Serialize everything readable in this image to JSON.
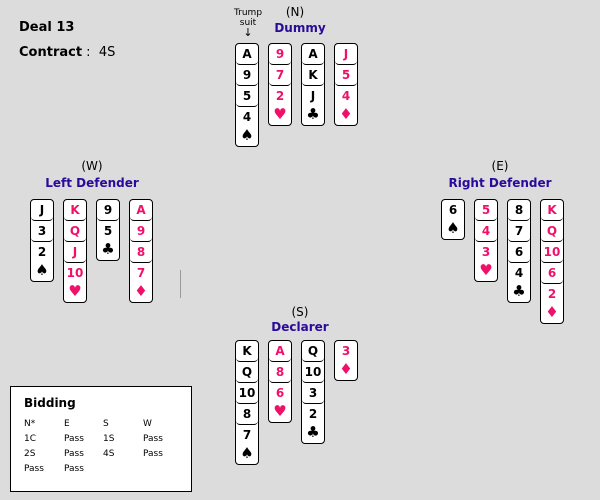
{
  "deal_label": "Deal 13",
  "contract_label": "Contract",
  "contract_value": "4S",
  "trump_label": "Trump suit",
  "trump_arrow": "↓",
  "colors": {
    "red": "#f0106a",
    "role": "#2a0a9a"
  },
  "hands": {
    "north": {
      "pos": "(N)",
      "role": "Dummy",
      "suits": [
        {
          "suit": "spade",
          "ranks": [
            "A",
            "9",
            "5",
            "4"
          ]
        },
        {
          "suit": "heart",
          "ranks": [
            "9",
            "7",
            "2"
          ]
        },
        {
          "suit": "club",
          "ranks": [
            "A",
            "K",
            "J"
          ]
        },
        {
          "suit": "diamond",
          "ranks": [
            "J",
            "5",
            "4"
          ]
        }
      ]
    },
    "west": {
      "pos": "(W)",
      "role": "Left Defender",
      "suits": [
        {
          "suit": "spade",
          "ranks": [
            "J",
            "3",
            "2"
          ]
        },
        {
          "suit": "heart",
          "ranks": [
            "K",
            "Q",
            "J",
            "10"
          ]
        },
        {
          "suit": "club",
          "ranks": [
            "9",
            "5"
          ]
        },
        {
          "suit": "diamond",
          "ranks": [
            "A",
            "9",
            "8",
            "7"
          ]
        }
      ]
    },
    "east": {
      "pos": "(E)",
      "role": "Right Defender",
      "suits": [
        {
          "suit": "spade",
          "ranks": [
            "6"
          ]
        },
        {
          "suit": "heart",
          "ranks": [
            "5",
            "4",
            "3"
          ]
        },
        {
          "suit": "club",
          "ranks": [
            "8",
            "7",
            "6",
            "4"
          ]
        },
        {
          "suit": "diamond",
          "ranks": [
            "K",
            "Q",
            "10",
            "6",
            "2"
          ]
        }
      ]
    },
    "south": {
      "pos": "(S)",
      "role": "Declarer",
      "suits": [
        {
          "suit": "spade",
          "ranks": [
            "K",
            "Q",
            "10",
            "8",
            "7"
          ]
        },
        {
          "suit": "heart",
          "ranks": [
            "A",
            "8",
            "6"
          ]
        },
        {
          "suit": "club",
          "ranks": [
            "Q",
            "10",
            "3",
            "2"
          ]
        },
        {
          "suit": "diamond",
          "ranks": [
            "3"
          ]
        }
      ]
    }
  },
  "bidding": {
    "title": "Bidding",
    "headers": [
      "N*",
      "E",
      "S",
      "W"
    ],
    "rows": [
      [
        "1C",
        "Pass",
        "1S",
        "Pass"
      ],
      [
        "2S",
        "Pass",
        "4S",
        "Pass"
      ],
      [
        "Pass",
        "Pass",
        "",
        ""
      ]
    ]
  }
}
